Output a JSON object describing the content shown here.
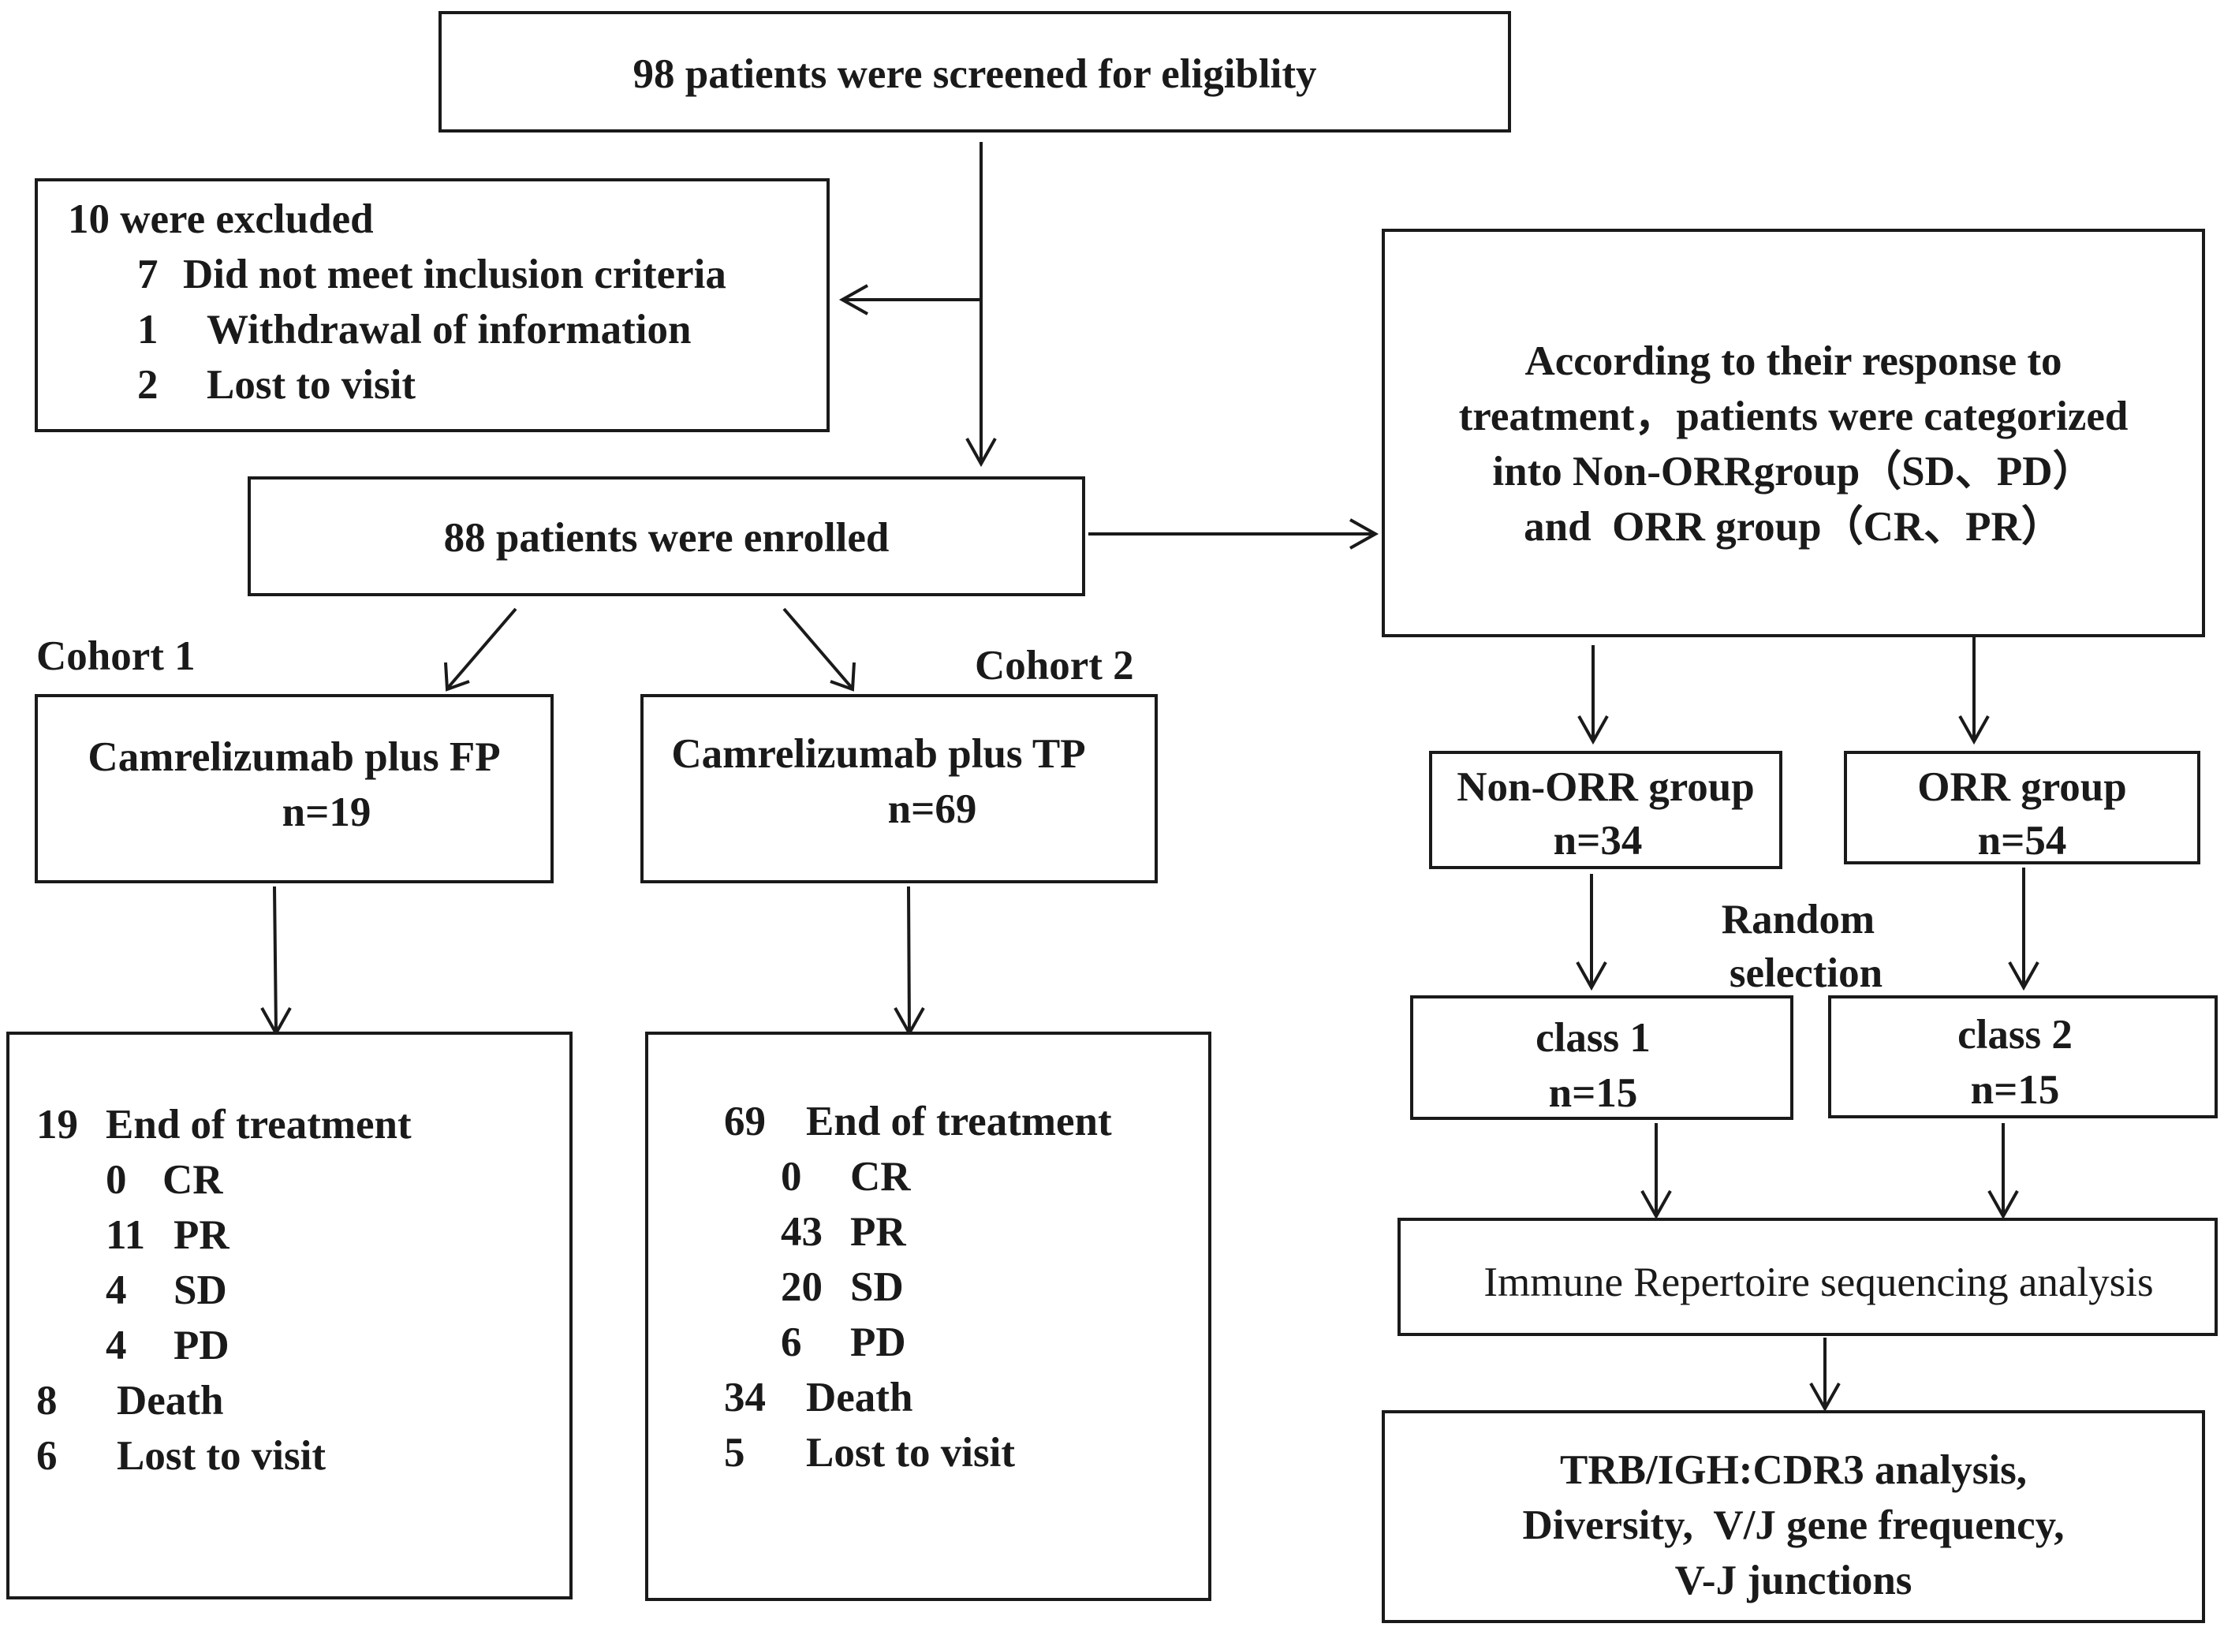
{
  "screened": {
    "label": "98 patients were screened for eligiblity"
  },
  "excluded": {
    "title": "10 were excluded",
    "items": [
      {
        "count": "7",
        "label": "Did not meet inclusion criteria"
      },
      {
        "count": "1",
        "label": "Withdrawal of information"
      },
      {
        "count": "2",
        "label": "Lost to visit"
      }
    ]
  },
  "enrolled": {
    "label": "88 patients were enrolled"
  },
  "categorization": {
    "lines": [
      "According to their response to",
      "treatment，patients were categorized",
      "into Non-ORRgroup（SD、PD）",
      "and  ORR group（CR、PR）"
    ]
  },
  "cohort1": {
    "label": "Cohort 1",
    "treatment": "Camrelizumab plus FP",
    "n": "n=19",
    "end": {
      "count": "19",
      "label": "End of treatment"
    },
    "responses": [
      {
        "count": "0",
        "label": "CR"
      },
      {
        "count": "11",
        "label": "PR"
      },
      {
        "count": "4",
        "label": "SD"
      },
      {
        "count": "4",
        "label": "PD"
      }
    ],
    "death": {
      "count": "8",
      "label": "Death"
    },
    "lost": {
      "count": "6",
      "label": "Lost to visit"
    }
  },
  "cohort2": {
    "label": "Cohort 2",
    "treatment": "Camrelizumab plus TP",
    "n": "n=69",
    "end": {
      "count": "69",
      "label": "End of treatment"
    },
    "responses": [
      {
        "count": "0",
        "label": "CR"
      },
      {
        "count": "43",
        "label": "PR"
      },
      {
        "count": "20",
        "label": "SD"
      },
      {
        "count": "6",
        "label": "PD"
      }
    ],
    "death": {
      "count": "34",
      "label": "Death"
    },
    "lost": {
      "count": "5",
      "label": "Lost to visit"
    }
  },
  "non_orr": {
    "label": "Non-ORR group",
    "n": "n=34"
  },
  "orr": {
    "label": "ORR group",
    "n": "n=54"
  },
  "random_selection": {
    "line1": "Random",
    "line2": "selection"
  },
  "class1": {
    "label": "class 1",
    "n": "n=15"
  },
  "class2": {
    "label": "class 2",
    "n": "n=15"
  },
  "sequencing": {
    "label": "Immune Repertoire sequencing analysis"
  },
  "analysis": {
    "lines": [
      "TRB/IGH:CDR3 analysis,",
      "Diversity,  V/J gene frequency,",
      "V-J junctions"
    ]
  }
}
